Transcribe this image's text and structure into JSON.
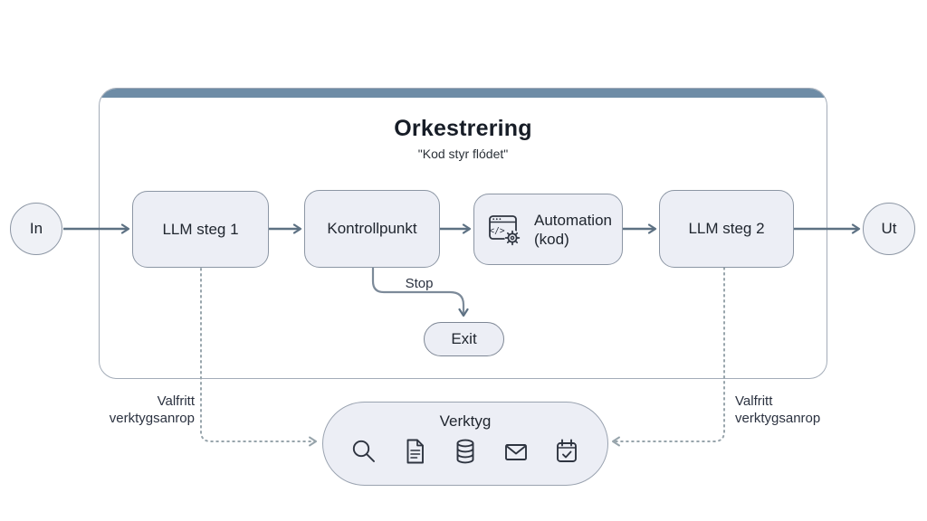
{
  "orchestration": {
    "title": "Orkestrering",
    "subtitle": "\"Kod styr flódet\""
  },
  "nodes": {
    "input": {
      "label": "In"
    },
    "llm_step_1": {
      "label": "LLM steg 1"
    },
    "checkpoint": {
      "label": "Kontrollpunkt"
    },
    "automation": {
      "label_line1": "Automation",
      "label_line2": "(kod)",
      "icon": "code-window-gear-icon",
      "code_glyph": "</>"
    },
    "llm_step_2": {
      "label": "LLM steg 2"
    },
    "output": {
      "label": "Ut"
    },
    "exit": {
      "label": "Exit"
    },
    "tools": {
      "label": "Verktyg",
      "icons": [
        "search-icon",
        "document-icon",
        "database-icon",
        "mail-icon",
        "calendar-check-icon"
      ]
    }
  },
  "edges": {
    "stop_label": "Stop",
    "left_tool_call": {
      "line1": "Valfritt",
      "line2": "verktygsanrop"
    },
    "right_tool_call": {
      "line1": "Valfritt",
      "line2": "verktygsanrop"
    }
  },
  "colors": {
    "container_top_bar": "#6E8CA6",
    "container_border": "#A3ACB8",
    "node_fill": "#ECEEF5",
    "node_border": "#8C96A4",
    "arrow": "#5D7183",
    "dotted_connector": "#97A4AB",
    "icon_stroke": "#2E3440",
    "text": "#1F2630"
  }
}
